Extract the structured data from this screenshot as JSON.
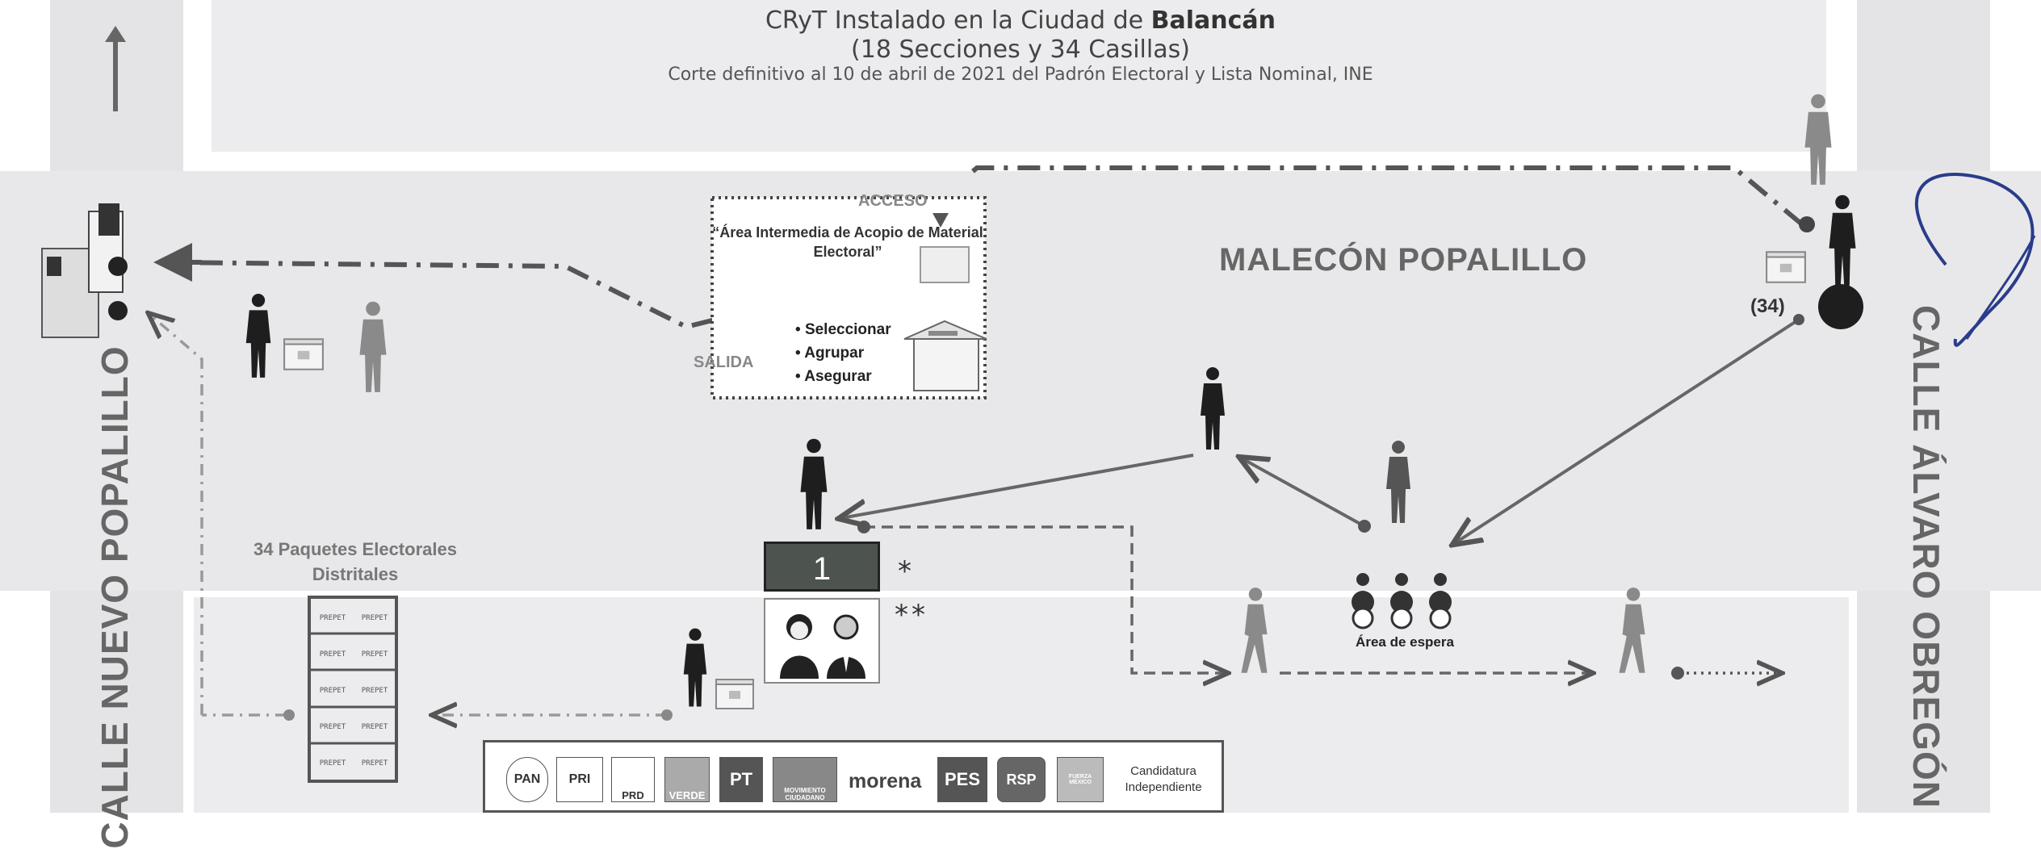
{
  "title": {
    "line1_prefix": "CRyT Instalado en la Ciudad de",
    "line1_place": "Balancán",
    "line2": "(18 Secciones y 34 Casillas)",
    "line3": "Corte definitivo al 10 de abril de 2021 del Padrón Electoral y Lista  Nominal, INE"
  },
  "streets": {
    "left": "CALLE NUEVO POPALILLO",
    "right": "CALLE ÁLVARO OBREGÓN",
    "top": "MALECÓN POPALILLO"
  },
  "acopio": {
    "access": "ACCESO",
    "exit": "SALIDA",
    "name": "“Área Intermedia de Acopio de Material Electoral”",
    "actions": [
      "Seleccionar",
      "Agrupar",
      "Asegurar"
    ]
  },
  "packages_label": "34 Paquetes Electorales Distritales",
  "package_tag": "PREPET",
  "waiting_area": "Área de espera",
  "entry_count": "(34)",
  "reception_desk": "1",
  "note_single": "*",
  "note_double": "**",
  "parties": [
    "PAN",
    "PRI",
    "PRD",
    "VERDE",
    "PT",
    "MOVIMIENTO CIUDADANO",
    "morena",
    "PES",
    "RSP",
    "FUERZA MÉXICO"
  ],
  "independent": "Candidatura Independiente",
  "colors": {
    "road": "#e6e6e8",
    "figure_dark": "#1e1e1e",
    "figure_light": "#8a8a8a",
    "path": "#555555",
    "signature": "#2a3c8a"
  }
}
